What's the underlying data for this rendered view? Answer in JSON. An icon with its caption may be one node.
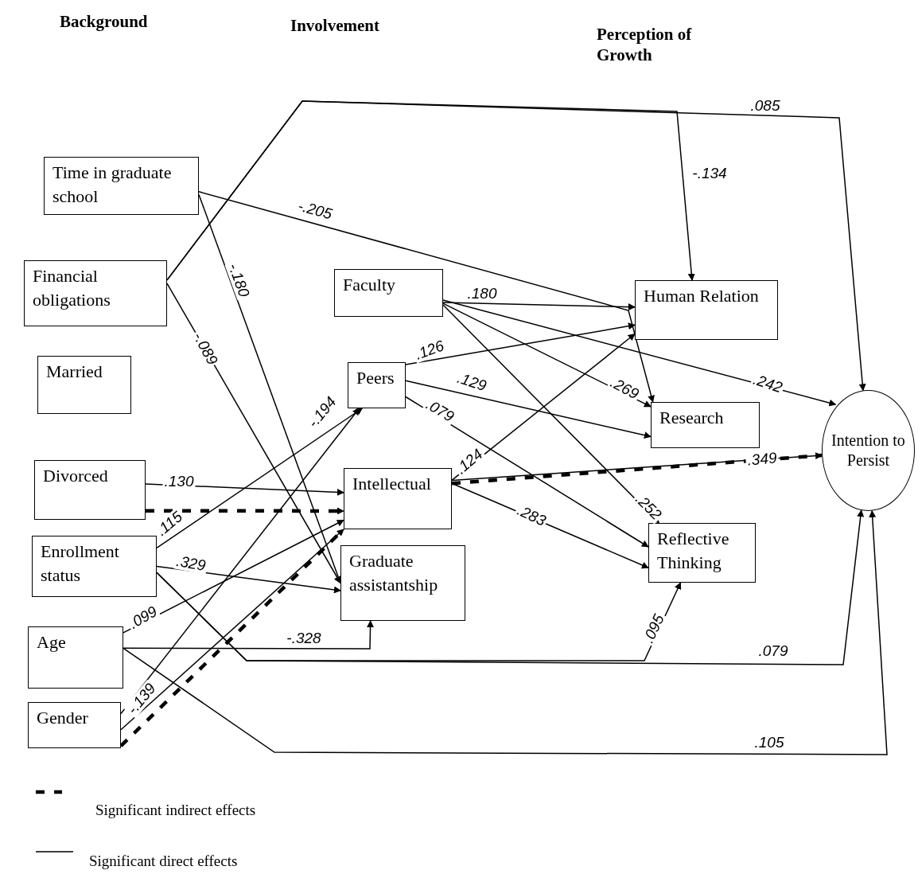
{
  "diagram": {
    "nodes": [
      {
        "text": [
          "Time in graduate school"
        ]
      },
      {
        "text": [
          "Financial obligations"
        ]
      },
      {
        "text": [
          "Married"
        ]
      },
      {
        "text": [
          "Divorced"
        ]
      },
      {
        "text": [
          "Enrollment status"
        ]
      },
      {
        "text": [
          "Age"
        ]
      },
      {
        "text": [
          "Gender"
        ]
      },
      {
        "text": [
          "Faculty"
        ]
      },
      {
        "text": [
          "Peers"
        ]
      },
      {
        "text": [
          "Intellectual"
        ]
      },
      {
        "text": [
          "Graduate assistantship"
        ]
      },
      {
        "text": [
          "Human Relation"
        ]
      },
      {
        "text": [
          "Research"
        ]
      },
      {
        "text": [
          "Reflective Thinking"
        ]
      },
      {
        "text": [
          "Intention to Persist"
        ]
      }
    ],
    "edges": [
      {
        "from": 1,
        "to": 14,
        "arrow": "to",
        "label": ".085"
      },
      {
        "from": 1,
        "to": 11,
        "arrow": "to",
        "label": "-.134"
      },
      {
        "from": 0,
        "to": 12,
        "arrow": "to",
        "label": "-.205"
      },
      {
        "from": 0,
        "to": 10,
        "arrow": "to",
        "label": "-.180"
      },
      {
        "from": 1,
        "to": 10,
        "arrow": "to",
        "label": "-.089"
      },
      {
        "from": 7,
        "to": 11,
        "arrow": "to",
        "label": ".180"
      },
      {
        "from": 7,
        "to": 12,
        "arrow": "to",
        "label": ".269"
      },
      {
        "from": 7,
        "to": 13,
        "arrow": "to",
        "label": ".252"
      },
      {
        "from": 7,
        "to": 14,
        "arrow": "to",
        "label": ".242"
      },
      {
        "from": 8,
        "to": 11,
        "arrow": "to",
        "label": ".126"
      },
      {
        "from": 8,
        "to": 12,
        "arrow": "to",
        "label": ".129"
      },
      {
        "from": 8,
        "to": 13,
        "arrow": "to",
        "label": ".079"
      },
      {
        "from": 9,
        "to": 11,
        "arrow": "to",
        "label": ".124"
      },
      {
        "from": 9,
        "to": 14,
        "arrow": "to",
        "label": ".349"
      },
      {
        "from": 9,
        "to": 14,
        "arrow": "none",
        "style": "dashed"
      },
      {
        "from": 9,
        "to": 13,
        "arrow": "to",
        "label": ".283"
      },
      {
        "from": 3,
        "to": 9,
        "arrow": "to",
        "label": ".130"
      },
      {
        "from": 3,
        "to": 9,
        "arrow": "to",
        "style": "dashed"
      },
      {
        "from": 4,
        "to": 8,
        "arrow": "to",
        "label": ".115"
      },
      {
        "from": 4,
        "to": 10,
        "arrow": "to",
        "label": ".329"
      },
      {
        "from": 4,
        "to": 14,
        "arrow": "to",
        "label": ".079"
      },
      {
        "from": 4,
        "to": 13,
        "arrow": "to",
        "label": ".095"
      },
      {
        "from": 5,
        "to": 9,
        "arrow": "to",
        "label": ".099"
      },
      {
        "from": 5,
        "to": 10,
        "arrow": "to",
        "label": "-.328"
      },
      {
        "from": 5,
        "to": 14,
        "arrow": "to",
        "label": ".105"
      },
      {
        "from": 6,
        "to": 8,
        "arrow": "to",
        "label": "-.194"
      },
      {
        "from": 6,
        "to": 9,
        "arrow": "to",
        "label": "-.139"
      },
      {
        "from": 6,
        "to": 9,
        "arrow": "none",
        "style": "dashed"
      }
    ],
    "labels": [
      "Background",
      "Involvement",
      "Perception of Growth"
    ],
    "legend": [
      {
        "text": "Significant indirect effects"
      },
      {
        "text": "Significant direct effects"
      }
    ]
  }
}
